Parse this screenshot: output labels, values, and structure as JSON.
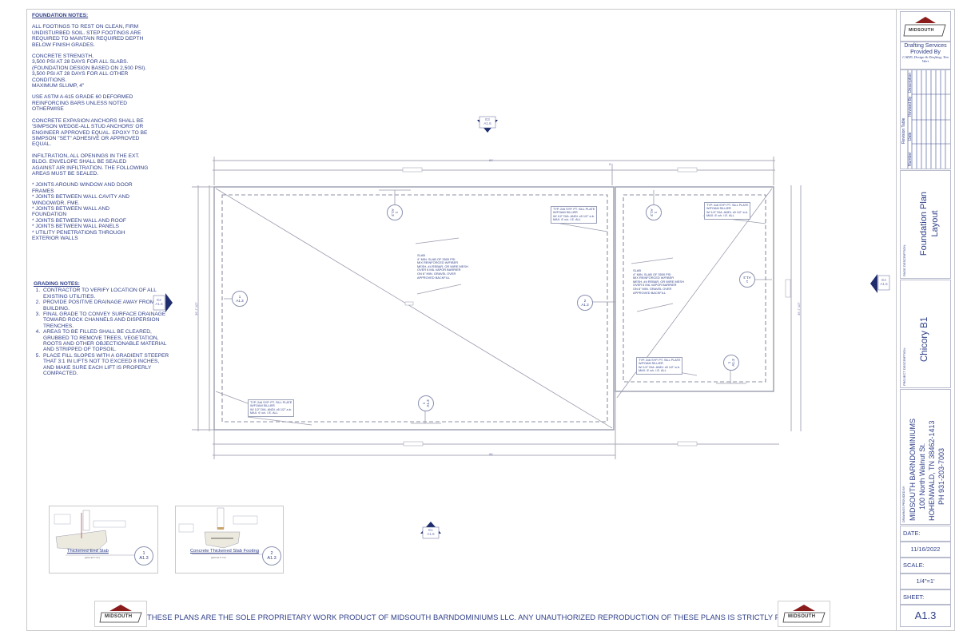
{
  "foundation_notes": {
    "title": "FOUNDATION NOTES:",
    "paragraphs": [
      "ALL FOOTINGS TO REST ON CLEAN, FIRM\nUNDISTURBED SOIL. STEP FOOTINGS ARE\nREQUIRED TO MAINTAIN REQUIRED DEPTH\nBELOW FINISH GRADES.",
      "CONCRETE STRENGTH,\n3,500 PSI AT 28 DAYS FOR ALL SLABS.\n(FOUNDATION DESIGN BASED ON 2,500 PSI).\n3,500 PSI AT 28 DAYS FOR ALL OTHER\nCONDITIONS.\nMAXIMUM SLUMP, 4\"",
      "USE ASTM A-615 GRADE 60 DEFORMED\nREINFORCING BARS UNLESS NOTED\nOTHERWISE",
      "CONCRETE EXPASION ANCHORS SHALL BE\n'SIMPSON WEDGE-ALL STUD ANCHORS' OR\nENGINEER APPROVED EQUAL.  EPOXY TO BE\nSIMPSON \"SET\" ADHESIVE OR APPROVED\nEQUAL.",
      "INFILTRATION, ALL OPENINGS IN THE EXT.\nBLDG. ENVELOPE SHALL BE SEALED\nAGAINST AIR INFILTRATION. THE FOLLOWING\nAREAS MUST BE SEALED.",
      "   * JOINTS AROUND WINDOW AND DOOR\nFRAMES\n   * JOINTS BETWEEN WALL CAVITY AND\nWINDOW/DR. FME.\n   * JOINTS BETWEEN WALL AND\nFOUNDATION\n   * JOINTS BETWEEN WALL AND ROOF\n   * JOINTS BETWEEN WALL PANELS\n   * UTILITY PENETRATIONS THROUGH\nEXTERIOR WALLS"
    ]
  },
  "grading_notes": {
    "title": "GRADING NOTES:",
    "items": [
      "CONTRACTOR TO VERIFY LOCATION OF ALL EXISTING UTILITIES.",
      "PROVIDE POSITIVE DRAINAGE AWAY FROM BUILDING.",
      "FINAL GRADE TO CONVEY SURFACE DRAINAGE TOWARD ROCK CHANNELS AND DISPERSION TRENCHES.",
      "AREAS TO BE FILLED SHALL BE CLEARED, GRUBBED TO REMOVE TREES, VEGETATION, ROOTS AND OTHER OBJECTIONABLE MATERIAL AND STRIPPED OF TOPSOIL.",
      "PLACE FILL SLOPES WITH A GRADIENT STEEPER THAT 3:1 IN LIFTS NOT TO EXCEED 8 INCHES, AND MAKE SURE EACH LIFT IS PROPERLY COMPACTED."
    ]
  },
  "elevation_markers": {
    "top": {
      "id": "E3",
      "sheet": "A1.6",
      "label": "ELEVATION"
    },
    "left": {
      "id": "E2",
      "sheet": "A1.6"
    },
    "right": {
      "id": "E4",
      "sheet": "A1.6"
    },
    "bottom": {
      "id": "E1",
      "sheet": "A1.6",
      "label": "ELEVATION"
    }
  },
  "plan": {
    "overall_dim": "84'",
    "width_dim_left": "36'-7 1/2\"",
    "width_dim_right": "36'-7 1/2\"",
    "small_dim": "5'",
    "slab_notes": [
      "SLAB\n4\" MIN. SLAB OF 3500 PSI\nMIX REINFORCED W/FIBER\nMESH, #4 REBAR, OR WIRE MESH\nOVER 6 MIL VAPOR BARRIER\nON 6\" MIN. GRAVEL OVER\nAPPROVED BACKFILL",
      "SLAB\n4\" MIN. SLAB OF 3500 PSI\nMIX REINFORCED W/FIBER\nMESH, #4 REBAR, OR WIRE MESH\nOVER 6 MIL VAPOR BARRIER\nON 6\" MIN. GRAVEL OVER\nAPPROVED BACKFILL"
    ],
    "sill_callout": "TYP. 2x6 SYP. PT. SILL PLATE\nW/FOAM SILLIER\nW/ 1/2\" DIA. ANDI. x5 1/2\" a.b.\nMAX. 6' o/c. I.E. ALL",
    "section_tags": [
      {
        "num": "1",
        "sheet": "A1.3"
      },
      {
        "num": "2",
        "sheet": "A1.3"
      }
    ]
  },
  "details": [
    {
      "title": "Thickened End Slab",
      "sub": "(print at 1\"=1')",
      "num": "1",
      "sheet": "A1.3"
    },
    {
      "title": "Concrete Thickened Slab Footing",
      "sub": "(print at 1\"=1')",
      "num": "2",
      "sheet": "A1.3"
    }
  ],
  "footer": {
    "disclaimer": "THESE PLANS ARE THE SOLE PROPRIETARY WORK PRODUCT OF MIDSOUTH BARNDOMINIUMS LLC. ANY UNAUTHORIZED REPRODUCTION OF THESE PLANS IS STRICTLY PROHIBITED.",
    "logo_text": "MIDSOUTH"
  },
  "title_block": {
    "logo_text": "MIDSOUTH",
    "drafting_line1": "Drafting Services",
    "drafting_line2": "Provided By",
    "drafting_credit": "CADD, Design & Drafting, Tim Wert",
    "revision_table_title": "Revision Table",
    "revision_columns": [
      "Number",
      "Date",
      "Revised By",
      "Description"
    ],
    "page_description_label": "PAGE DESCRIPTION:",
    "page_description": "Foundation Plan Layout",
    "project_description_label": "PROJECT DESCRIPTION:",
    "project_description": "Chicory B1",
    "drawings_by_label": "DRAWINGS PROVIDED BY:",
    "company_name": "MIDSOUTH BARNDOMINIUMS",
    "company_address": "100 North Walnut St.",
    "company_city": "HOHENWALD, TN 38462-1413",
    "company_phone": "PH 931-203-7003",
    "date_label": "DATE:",
    "date_value": "11/16/2022",
    "scale_label": "SCALE:",
    "scale_value": "1/4\"=1'",
    "sheet_label": "SHEET:",
    "sheet_value": "A1.3"
  },
  "colors": {
    "ink": "#2f3f88",
    "line": "#9a9cae",
    "accent_red": "#8b1c1c"
  }
}
